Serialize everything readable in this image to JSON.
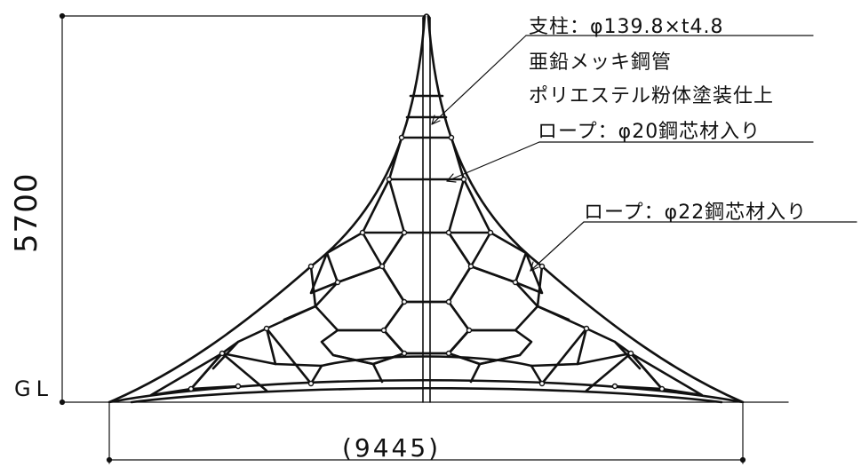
{
  "dimensions": {
    "height": "5700",
    "width": "(9445)",
    "ground_label": "GL"
  },
  "callouts": {
    "post_spec": "支柱：φ139.8×t4.8",
    "post_finish_1": "亜鉛メッキ鋼管",
    "post_finish_2": "ポリエステル粉体塗装仕上",
    "rope_20": "ロープ：φ20鋼芯材入り",
    "rope_22": "ロープ：φ22鋼芯材入り"
  },
  "colors": {
    "line": "#111111",
    "background": "#ffffff"
  }
}
